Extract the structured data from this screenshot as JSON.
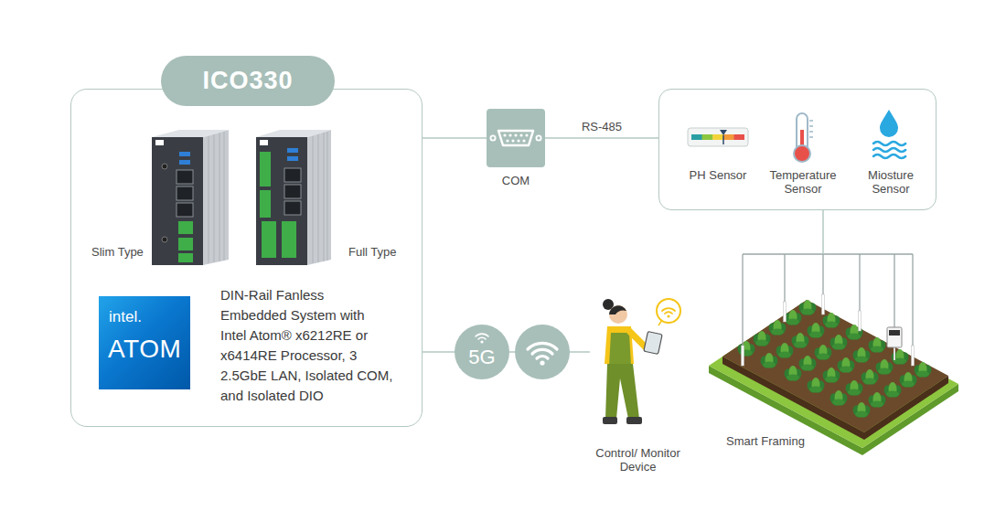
{
  "diagram": {
    "nodes": [
      {
        "text": [
          "DIN-Rail Fanless Embedded System with Intel Atom® x6212RE or x6414RE Processor, 3 2.5GbE LAN, Isolated COM, and Isolated DIO"
        ]
      },
      {
        "text": [
          "ICO330"
        ],
        "in": 0
      },
      {
        "text": [
          "intel.",
          "ATOM"
        ],
        "in": 0
      },
      {
        "text": [
          "COM"
        ]
      },
      {
        "text": [
          "PH Sensor",
          "Temperature Sensor",
          "Miosture Sensor"
        ]
      },
      {
        "text": [
          "5G"
        ]
      },
      {
        "text": [
          "Control/ Monitor Device"
        ]
      },
      {
        "text": [
          "Smart Framing"
        ]
      }
    ],
    "edges": [
      {
        "from": 0,
        "to": 3,
        "arrow": "none"
      },
      {
        "from": 3,
        "to": 4,
        "label": "RS-485",
        "arrow": "none"
      },
      {
        "from": 0,
        "to": 5,
        "arrow": "none"
      },
      {
        "from": 5,
        "to": 6,
        "arrow": "none"
      },
      {
        "from": 4,
        "to": 7,
        "arrow": "none"
      }
    ],
    "labels": [
      "Slim Type",
      "Full Type"
    ]
  }
}
